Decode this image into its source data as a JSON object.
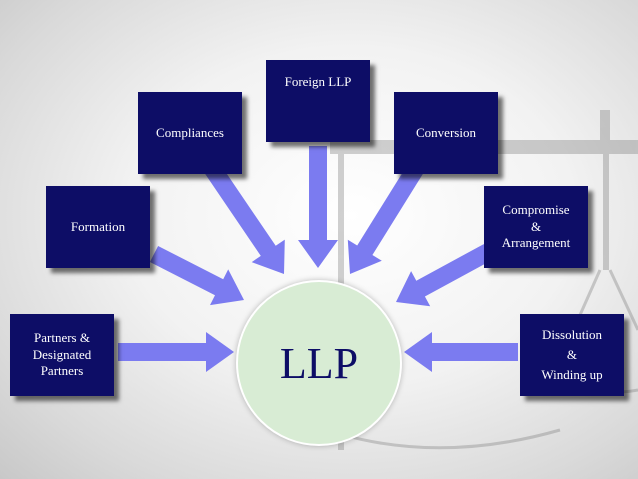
{
  "diagram": {
    "center": {
      "label": "LLP"
    },
    "nodes": [
      {
        "id": "partners",
        "lines": [
          "Partners &",
          "Designated",
          "Partners"
        ]
      },
      {
        "id": "formation",
        "lines": [
          "Formation"
        ]
      },
      {
        "id": "compliances",
        "lines": [
          "Compliances"
        ]
      },
      {
        "id": "foreign-llp",
        "lines": [
          "Foreign LLP"
        ]
      },
      {
        "id": "conversion",
        "lines": [
          "Conversion"
        ]
      },
      {
        "id": "compromise",
        "lines": [
          "Compromise",
          "&",
          "Arrangement"
        ]
      },
      {
        "id": "dissolution",
        "lines": [
          "Dissolution",
          "&",
          "Winding up"
        ]
      }
    ]
  },
  "colors": {
    "box_fill": "#0d0d66",
    "box_text": "#ffffff",
    "arrow_fill": "#7b7bf0",
    "hub_fill": "#d8ecd4",
    "hub_text": "#0d0d66"
  },
  "background": {
    "icon": "scales-of-justice-icon"
  }
}
